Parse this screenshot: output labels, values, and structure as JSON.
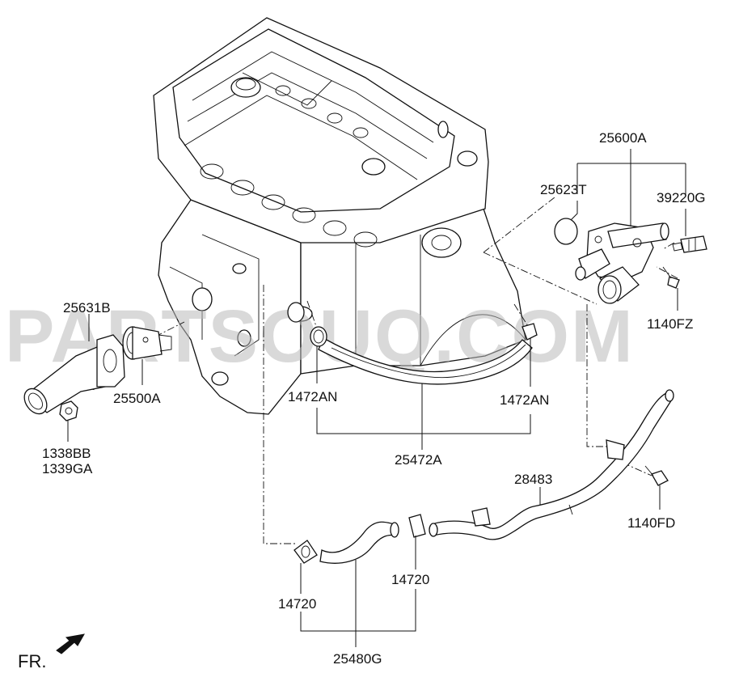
{
  "watermark": "PARTSOUQ.COM",
  "orientation_mark": "FR.",
  "callouts": {
    "p25600A": "25600A",
    "p25623T": "25623T",
    "p39220G": "39220G",
    "p1140FZ": "1140FZ",
    "p25631B": "25631B",
    "p25500A": "25500A",
    "p1338BB": "1338BB",
    "p1339GA": "1339GA",
    "p1472AN_left": "1472AN",
    "p1472AN_right": "1472AN",
    "p25472A": "25472A",
    "p28483": "28483",
    "p1140FD": "1140FD",
    "p14720_left": "14720",
    "p14720_right": "14720",
    "p25480G": "25480G"
  }
}
